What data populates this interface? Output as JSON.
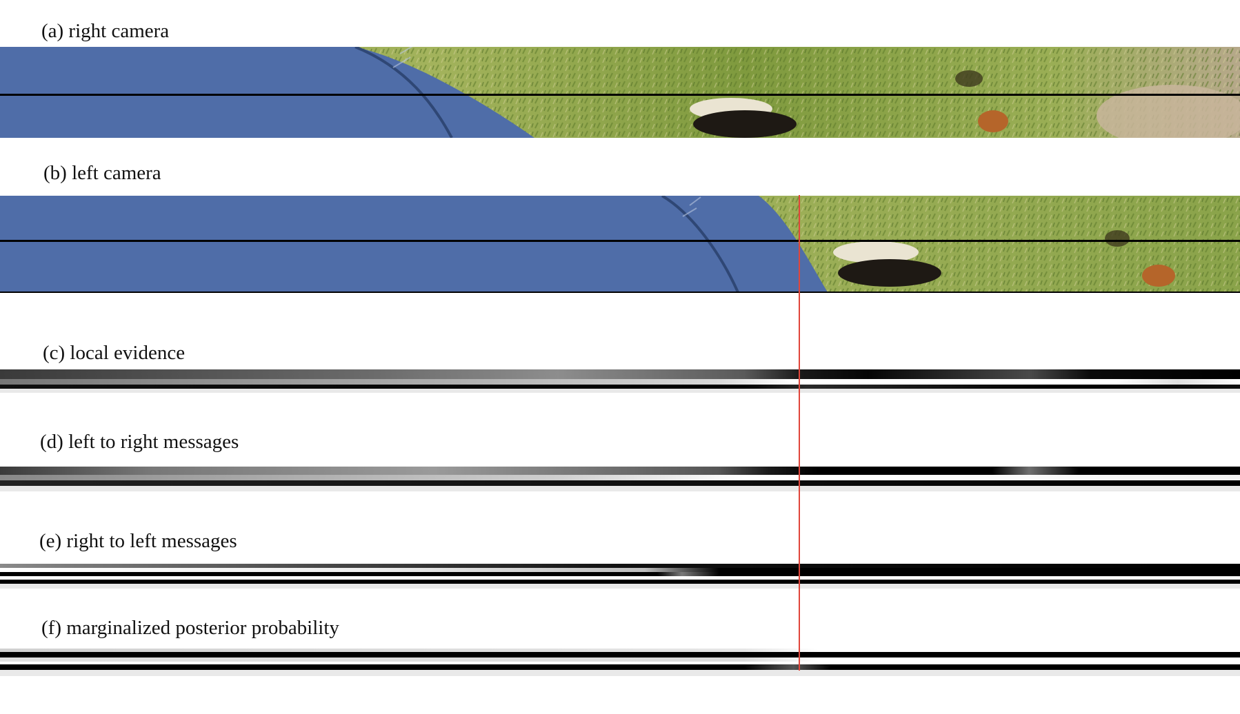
{
  "panels": {
    "a": {
      "label": "(a) right camera"
    },
    "b": {
      "label": "(b) left camera"
    },
    "c": {
      "label": "(c) local evidence"
    },
    "d": {
      "label": "(d) left to right messages"
    },
    "e": {
      "label": "(e) right to left messages"
    },
    "f": {
      "label": "(f) marginalized posterior probability"
    }
  },
  "colors": {
    "surface_blue": "#4f6da8",
    "grass_green": "#7e9a3c",
    "ground_tan": "#c9b887",
    "marker_red": "#e0453a",
    "scanline": "#000000"
  }
}
